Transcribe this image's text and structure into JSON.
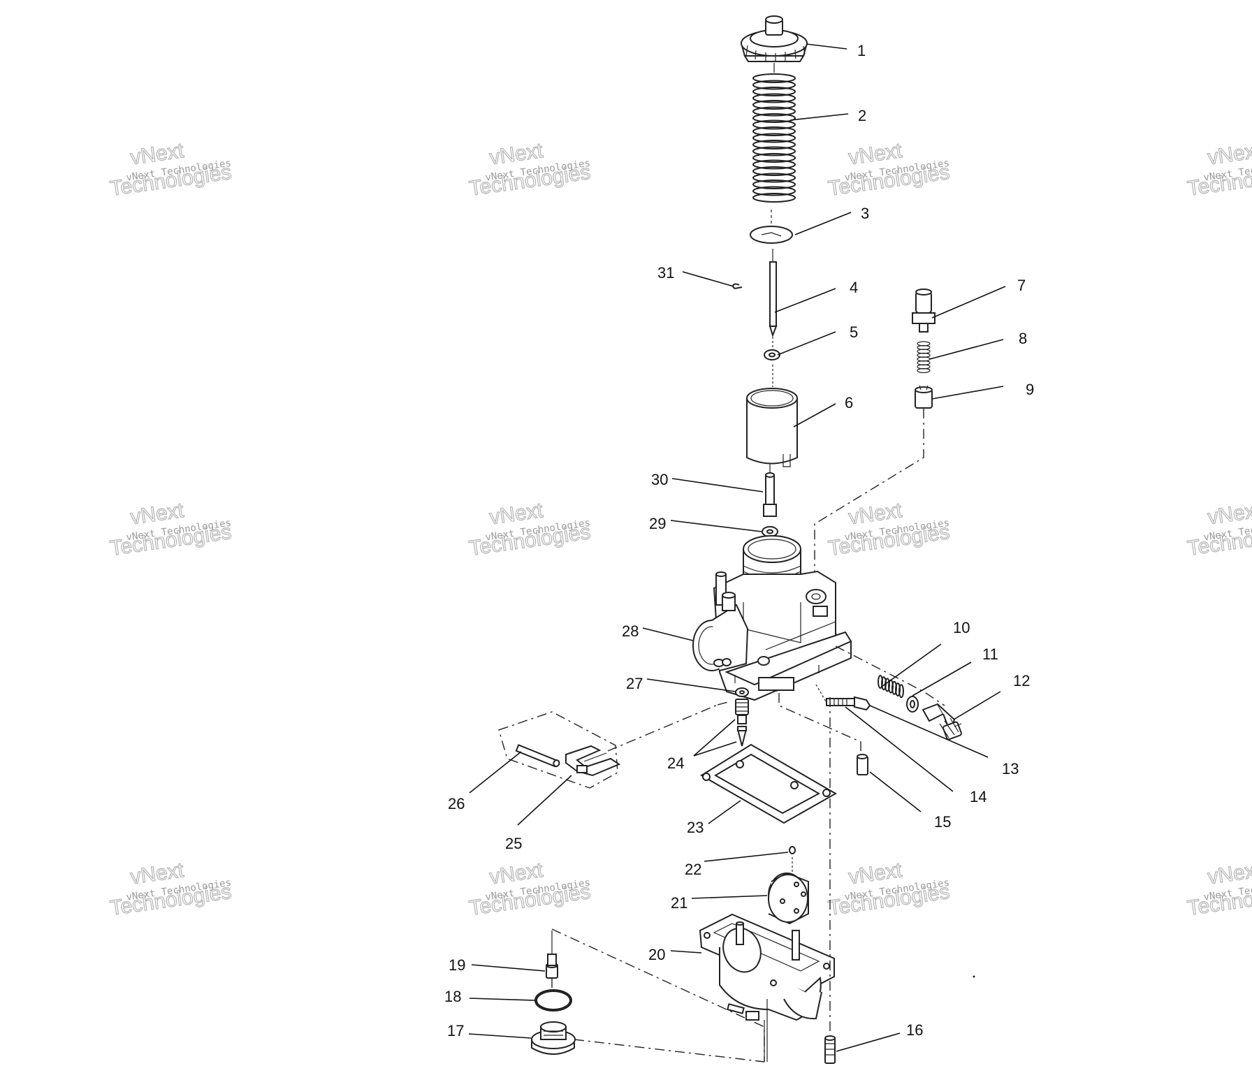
{
  "watermark": {
    "small": "vNext Technologies",
    "big_top": "vNext",
    "big_bottom": "Technologies"
  },
  "callouts": [
    "1",
    "2",
    "3",
    "4",
    "5",
    "6",
    "7",
    "8",
    "9",
    "10",
    "11",
    "12",
    "13",
    "14",
    "15",
    "16",
    "17",
    "18",
    "19",
    "20",
    "21",
    "22",
    "23",
    "24",
    "25",
    "26",
    "27",
    "28",
    "29",
    "30",
    "31"
  ]
}
